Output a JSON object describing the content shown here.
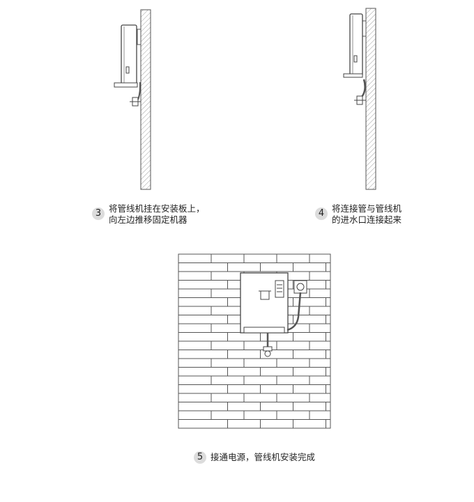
{
  "steps": [
    {
      "number": "3",
      "lines": [
        "将管线机挂在安装板上，",
        "向左边推移固定机器"
      ]
    },
    {
      "number": "4",
      "lines": [
        "将连接管与管线机",
        "的进水口连接起来"
      ]
    },
    {
      "number": "5",
      "lines": [
        "接通电源，管线机安装完成"
      ]
    }
  ],
  "colors": {
    "line": "#555555",
    "hatch": "#777777",
    "badge": "#dcdcdc"
  }
}
